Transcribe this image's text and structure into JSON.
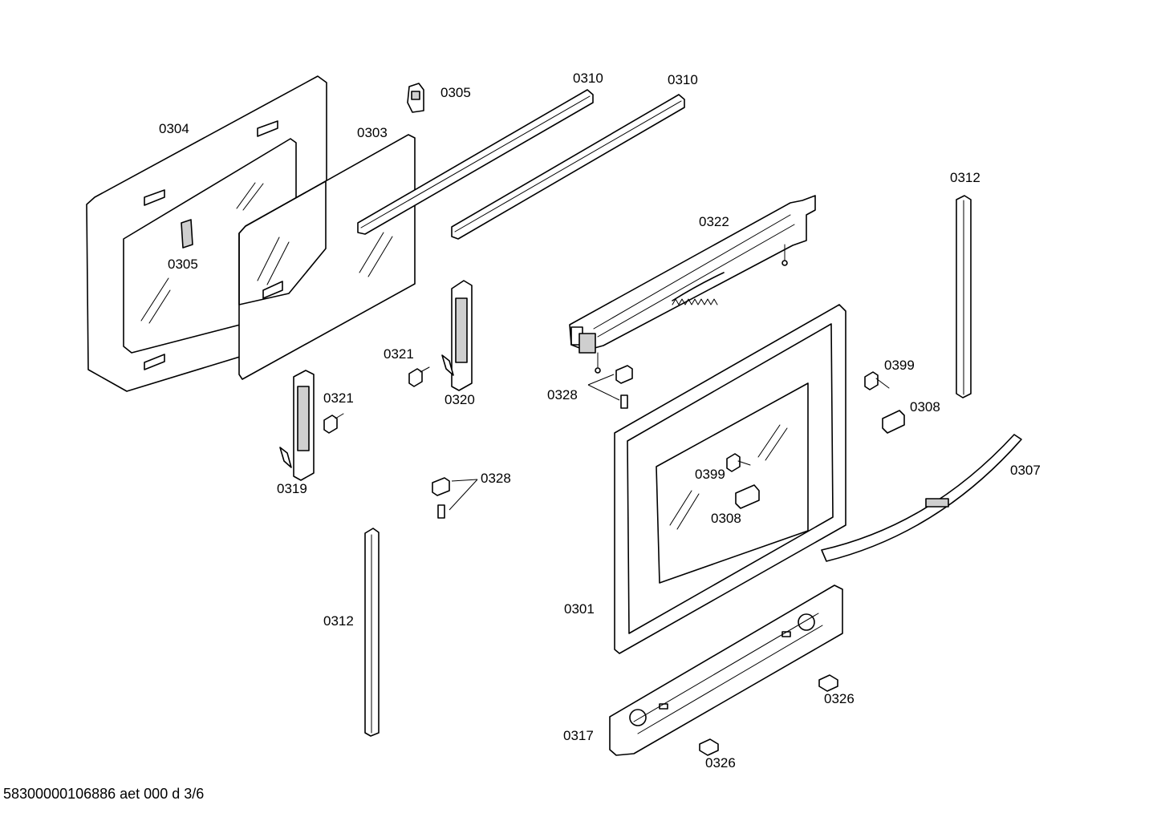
{
  "footer_code": "58300000106886 aet 000 d 3/6",
  "labels": {
    "p0304": "0304",
    "p0303": "0303",
    "p0305_top": "0305",
    "p0305_mid": "0305",
    "p0310_a": "0310",
    "p0310_b": "0310",
    "p0312_right": "0312",
    "p0312_left": "0312",
    "p0322": "0322",
    "p0321_a": "0321",
    "p0321_b": "0321",
    "p0320": "0320",
    "p0319": "0319",
    "p0328_a": "0328",
    "p0328_b": "0328",
    "p0399_a": "0399",
    "p0399_b": "0399",
    "p0308_a": "0308",
    "p0308_b": "0308",
    "p0307": "0307",
    "p0301": "0301",
    "p0317": "0317",
    "p0326_a": "0326",
    "p0326_b": "0326"
  }
}
